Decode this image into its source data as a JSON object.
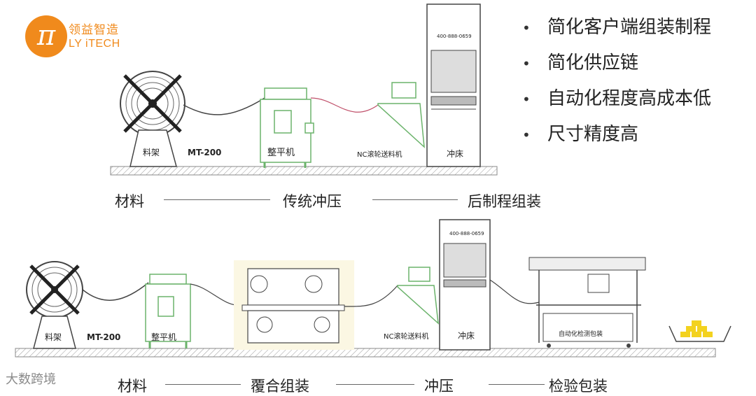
{
  "logo": {
    "symbol": "π",
    "cn": "领益智造",
    "en": "LY iTECH",
    "color": "#f08a1c"
  },
  "bullets": [
    "简化客户端组装制程",
    "简化供应链",
    "自动化程度高成本低",
    "尺寸精度高"
  ],
  "bullet_marker": "•",
  "top_line": {
    "machine_labels": {
      "coil": "料架",
      "model": "MT-200",
      "leveler": "整平机",
      "feeder": "NC滚轮送料机",
      "press": "冲床",
      "phone": "400-888-0659"
    },
    "flow": [
      "材料",
      "传统冲压",
      "后制程组装"
    ]
  },
  "bottom_line": {
    "machine_labels": {
      "coil": "料架",
      "model": "MT-200",
      "leveler": "整平机",
      "feeder": "NC滚轮送料机",
      "press": "冲床",
      "phone": "400-888-0659",
      "inspect": "自动化检测包装"
    },
    "flow": [
      "材料",
      "覆合组装",
      "冲压",
      "检验包装"
    ]
  },
  "watermark": "大数跨境"
}
